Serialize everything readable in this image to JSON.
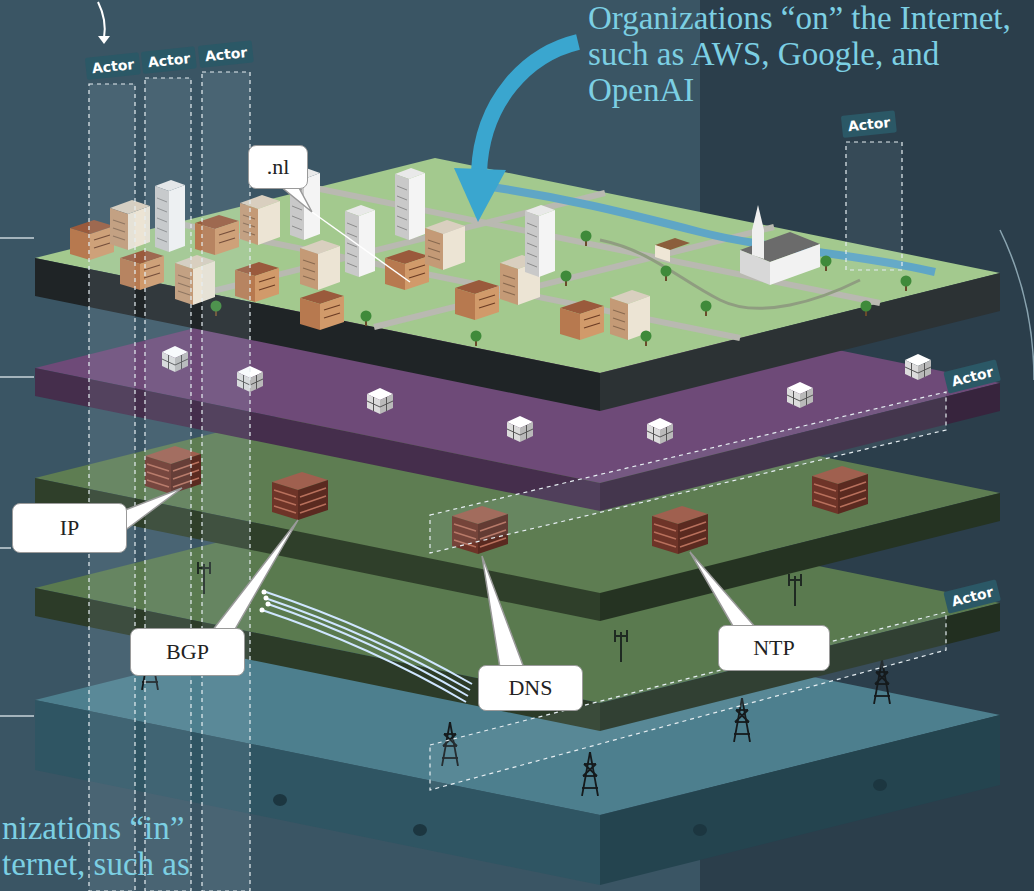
{
  "diagram": {
    "nodes": [
      {
        "text": [
          "Actor"
        ]
      },
      {
        "text": [
          "Actor"
        ]
      },
      {
        "text": [
          "Actor"
        ]
      },
      {
        "text": [
          "Actor"
        ]
      },
      {
        "text": [
          ".nl"
        ]
      },
      {
        "text": [
          "Actor"
        ]
      },
      {
        "text": [
          "IP"
        ]
      },
      {
        "text": [
          "Actor"
        ]
      },
      {
        "text": [
          "BGP"
        ]
      },
      {
        "text": [
          "NTP"
        ]
      },
      {
        "text": [
          "DNS"
        ]
      }
    ],
    "labels": [
      "Organizations “on” the Internet, such as AWS, Google, and OpenAI",
      "nizations “in” ternet, such as"
    ]
  }
}
